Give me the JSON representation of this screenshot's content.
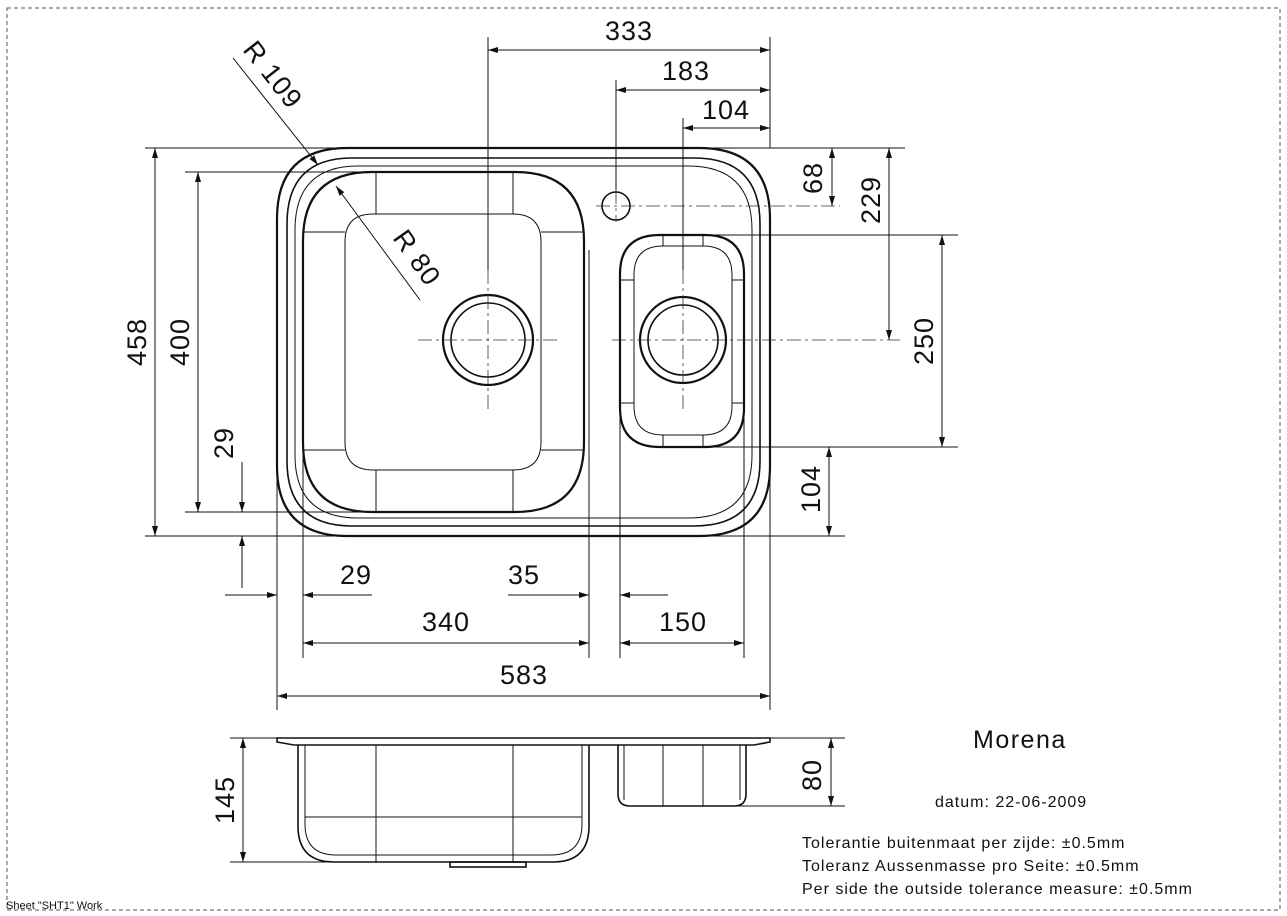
{
  "title": "Morena",
  "date": "datum: 22-06-2009",
  "tolerance": {
    "nl": "Tolerantie buitenmaat per zijde: ±0.5mm",
    "de": "Toleranz Aussenmasse pro Seite: ±0.5mm",
    "en": "Per side the outside tolerance measure: ±0.5mm"
  },
  "sheet_label": "Sheet \"SHT1\" Work",
  "dimensions": {
    "top_333": "333",
    "top_183": "183",
    "top_104": "104",
    "radius_109": "R 109",
    "radius_80": "R 80",
    "right_68": "68",
    "right_229": "229",
    "right_250": "250",
    "right_104": "104",
    "left_458": "458",
    "left_400": "400",
    "left_29": "29",
    "bottom_29": "29",
    "bottom_35": "35",
    "bottom_340": "340",
    "bottom_150": "150",
    "bottom_583": "583",
    "side_145": "145",
    "side_80": "80"
  }
}
